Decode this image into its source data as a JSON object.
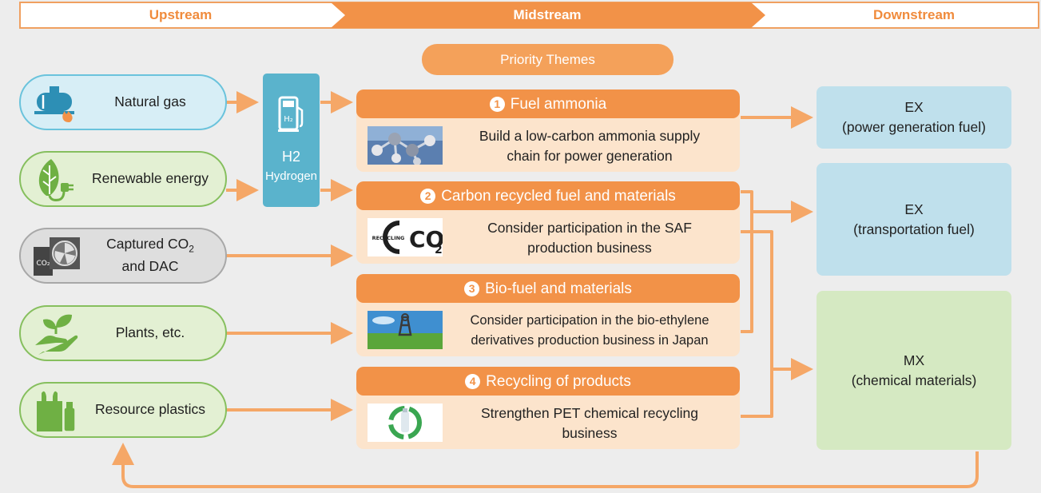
{
  "header": {
    "upstream": "Upstream",
    "midstream": "Midstream",
    "downstream": "Downstream"
  },
  "priority_label": "Priority Themes",
  "sources": [
    {
      "label": "Natural gas",
      "icon": "gas-tank-flame-icon"
    },
    {
      "label": "Renewable energy",
      "icon": "leaf-plug-icon"
    },
    {
      "label_line1": "Captured CO",
      "label_sub": "2",
      "label_line2": "and DAC",
      "icon": "co2-capture-fan-icon"
    },
    {
      "label": "Plants, etc.",
      "icon": "hand-sprout-icon"
    },
    {
      "label": "Resource plastics",
      "icon": "plastic-bag-bottle-icon"
    }
  ],
  "hydrogen": {
    "title": "H2",
    "subtitle": "Hydrogen",
    "pump_label": "H₂",
    "icon": "fuel-pump-icon"
  },
  "themes": [
    {
      "number": "1",
      "title": "Fuel ammonia",
      "line1": "Build a low-carbon ammonia supply",
      "line2": "chain for power generation",
      "image": "molecule-photo"
    },
    {
      "number": "2",
      "title": "Carbon recycled fuel and materials",
      "line1": "Consider participation in the SAF",
      "line2": "production business",
      "image": "recycling-co2-logo",
      "logo_small": "RECYCLING",
      "logo_big": "CO",
      "logo_sub": "2"
    },
    {
      "number": "3",
      "title": "Bio-fuel and materials",
      "line1": "Consider participation in the bio-ethylene",
      "line2": "derivatives production business in Japan",
      "image": "field-tower-photo"
    },
    {
      "number": "4",
      "title": "Recycling of products",
      "line1": "Strengthen PET chemical recycling",
      "line2": "business",
      "image": "pet-bottle-recycle-photo"
    }
  ],
  "targets": [
    {
      "code": "EX",
      "desc": "(power generation fuel)"
    },
    {
      "code": "EX",
      "desc": "(transportation fuel)"
    },
    {
      "code": "MX",
      "desc": "(chemical materials)"
    }
  ],
  "colors": {
    "orange": "#f29248",
    "light_orange": "#fce4cc",
    "blue": "#5ab3cc",
    "green": "#86bf5e"
  }
}
